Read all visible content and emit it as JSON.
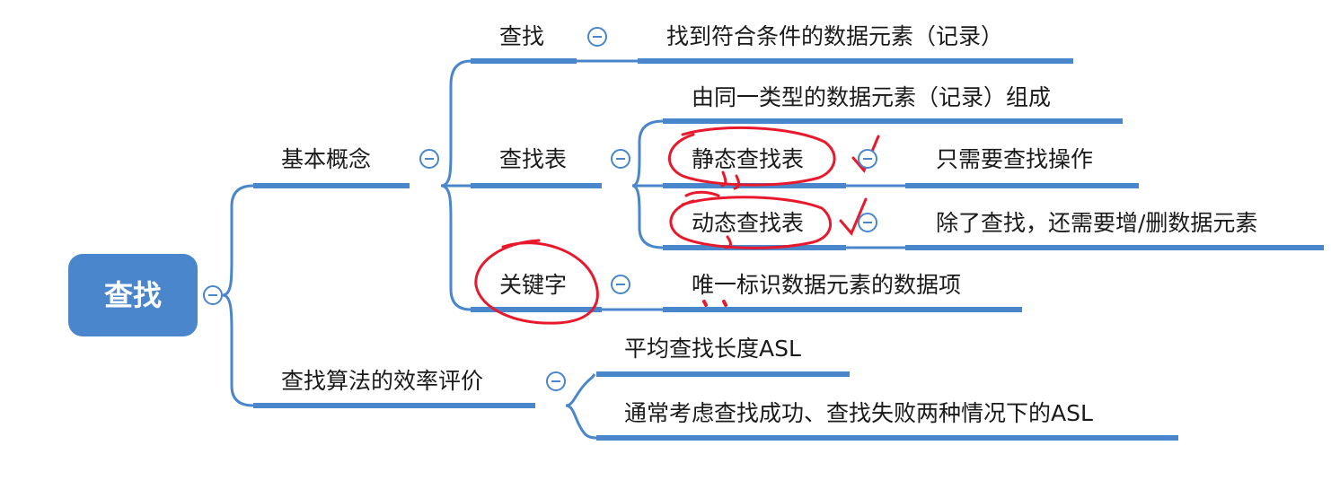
{
  "root": {
    "label": "查找"
  },
  "branches": {
    "basic_concepts": "基本概念",
    "efficiency": "查找算法的效率评价"
  },
  "concepts": {
    "search": {
      "label": "查找",
      "definition": "找到符合条件的数据元素（记录）"
    },
    "search_table": {
      "label": "查找表",
      "definition": "由同一类型的数据元素（记录）组成",
      "static": {
        "label": "静态查找表",
        "desc": "只需要查找操作"
      },
      "dynamic": {
        "label": "动态查找表",
        "desc": "除了查找，还需要增/删数据元素"
      }
    },
    "keyword": {
      "label": "关键字",
      "definition": "唯一标识数据元素的数据项"
    }
  },
  "efficiency": {
    "asl": "平均查找长度ASL",
    "note": "通常考虑查找成功、查找失败两种情况下的ASL"
  },
  "colors": {
    "line": "#4a86cc",
    "root_fill": "#4a86cc",
    "annotation": "#e8192c"
  }
}
